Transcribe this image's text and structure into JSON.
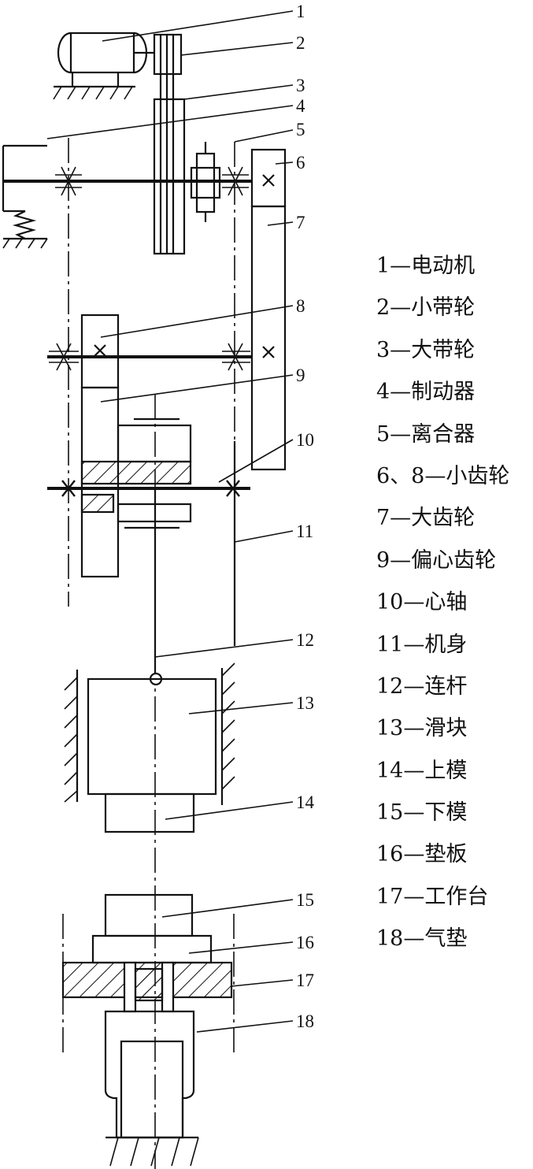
{
  "callouts": [
    "1",
    "2",
    "3",
    "4",
    "5",
    "6",
    "7",
    "8",
    "9",
    "10",
    "11",
    "12",
    "13",
    "14",
    "15",
    "16",
    "17",
    "18"
  ],
  "legend": [
    "1—电动机",
    "2—小带轮",
    "3—大带轮",
    "4—制动器",
    "5—离合器",
    "6、8—小齿轮",
    "7—大齿轮",
    "9—偏心齿轮",
    "10—心轴",
    "11—机身",
    "12—连杆",
    "13—滑块",
    "14—上模",
    "15—下模",
    "16—垫板",
    "17—工作台",
    "18—气垫"
  ]
}
